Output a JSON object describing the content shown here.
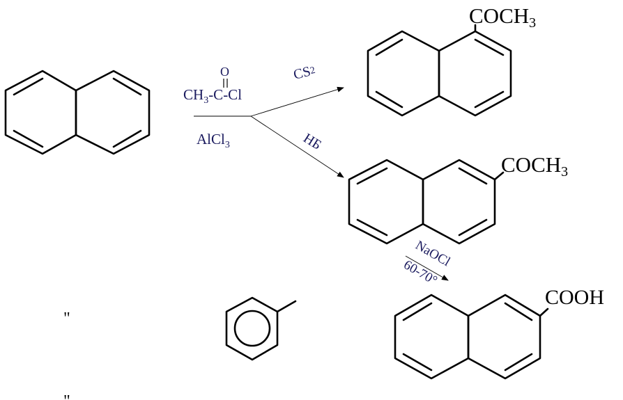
{
  "colors": {
    "structure": "#000000",
    "reagent_text": "#1a1a5e"
  },
  "reagents": {
    "carbonyl_o": "O",
    "acyl_chloride": "CH3-C-Cl",
    "acyl_chloride_parts": {
      "a": "CH",
      "sub": "3",
      "b": "-C-Cl"
    },
    "catalyst_parts": {
      "a": "AlCl",
      "sub": "3"
    },
    "solvent_cs2_parts": {
      "a": "CS",
      "sub": "2"
    },
    "solvent_nb": "НБ",
    "oxidant_1": "NaOCl",
    "oxidant_2": "60-70°"
  },
  "substituents": {
    "product1_parts": {
      "a": "COCH",
      "sub": "3"
    },
    "product2_parts": {
      "a": "COCH",
      "sub": "3"
    },
    "product3": "COOH"
  },
  "marks": {
    "mark_1": "\"",
    "mark_2": "\""
  },
  "icons": {
    "naphthalene": "naphthalene-structure-icon",
    "benzene": "benzene-ring-icon"
  }
}
